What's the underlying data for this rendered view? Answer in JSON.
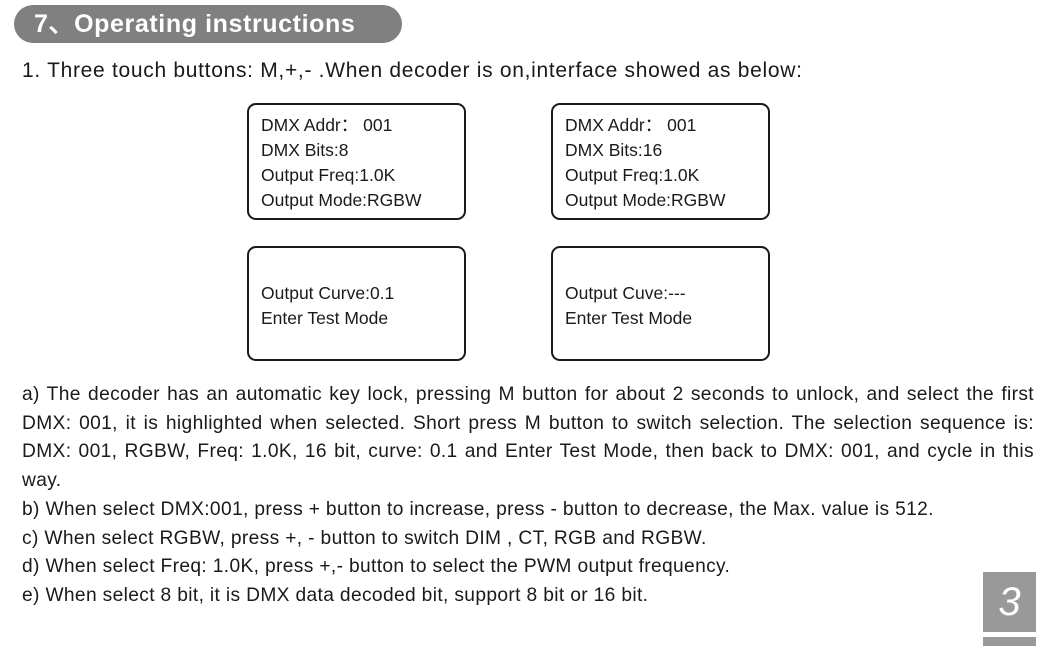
{
  "header": {
    "title": "7、Operating instructions"
  },
  "intro": "1. Three touch buttons: M,+,-  .When decoder is on,interface showed as below:",
  "screens": {
    "a": [
      "DMX Addr： 001",
      "DMX Bits:8",
      "Output Freq:1.0K",
      "Output Mode:RGBW"
    ],
    "b": [
      "DMX Addr： 001",
      "DMX Bits:16",
      "Output Freq:1.0K",
      "Output Mode:RGBW"
    ],
    "c": [
      "Output Curve:0.1",
      "Enter Test Mode"
    ],
    "d": [
      "Output Cuve:---",
      "Enter Test Mode"
    ]
  },
  "paragraphs": {
    "a": "a) The decoder has an automatic key lock, pressing M button for about 2 seconds to unlock, and select the first DMX: 001, it is highlighted when selected.  Short press M button to switch selection. The selection sequence is: DMX: 001, RGBW, Freq: 1.0K, 16 bit, curve: 0.1 and Enter Test Mode, then back to DMX: 001, and cycle in this way.",
    "b": "b) When select DMX:001, press + button to increase, press - button to decrease, the Max. value is 512.",
    "c": "c) When select RGBW, press +, - button to switch DIM , CT, RGB and RGBW.",
    "d": "d) When select Freq: 1.0K, press +,- button to select the PWM output frequency.",
    "e": "e) When select 8 bit, it is DMX data decoded bit, support 8 bit or 16 bit."
  },
  "page_number": "3",
  "colors": {
    "header_bg": "#808080",
    "page_tab_bg": "#999999",
    "text": "#1a1a1a"
  }
}
